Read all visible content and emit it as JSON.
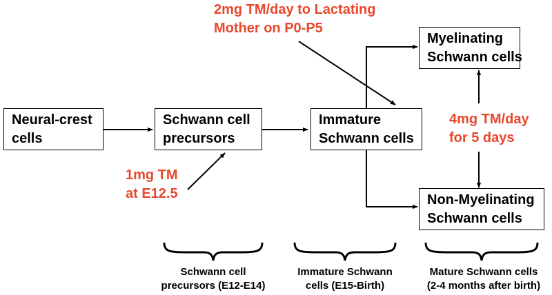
{
  "nodes": {
    "neural_crest": [
      "Neural-crest",
      "cells"
    ],
    "precursors": [
      "Schwann cell",
      "precursors"
    ],
    "immature": [
      "Immature",
      "Schwann cells"
    ],
    "myelinating": [
      "Myelinating",
      "Schwann cells"
    ],
    "non_myelinating": [
      "Non-Myelinating",
      "Schwann cells"
    ]
  },
  "treatments": {
    "lactating": [
      "2mg TM/day to Lactating",
      "Mother on P0-P5"
    ],
    "embryonic": [
      "1mg TM",
      "at E12.5"
    ],
    "adult": [
      "4mg TM/day",
      "for 5 days"
    ]
  },
  "stages": {
    "precursor_stage": [
      "Schwann cell",
      "precursors (E12-E14)"
    ],
    "immature_stage": [
      "Immature Schwann",
      "cells (E15-Birth)"
    ],
    "mature_stage": [
      "Mature Schwann cells",
      "(2-4 months after birth)"
    ]
  },
  "colors": {
    "treatment_text": "#e8472b",
    "lines": "#000000"
  }
}
